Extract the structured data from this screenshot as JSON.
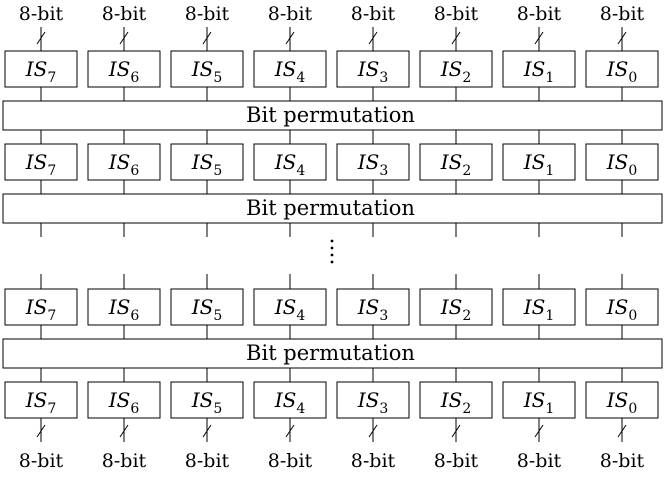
{
  "bit_label": "8-bit",
  "sbox_prefix": "IS",
  "sbox_indices": [
    "7",
    "6",
    "5",
    "4",
    "3",
    "2",
    "1",
    "0"
  ],
  "permutation_label": "Bit permutation",
  "stages": [
    {
      "type": "sbox"
    },
    {
      "type": "permutation"
    },
    {
      "type": "sbox"
    },
    {
      "type": "permutation"
    },
    {
      "type": "ellipsis"
    },
    {
      "type": "sbox"
    },
    {
      "type": "permutation"
    },
    {
      "type": "sbox"
    }
  ]
}
